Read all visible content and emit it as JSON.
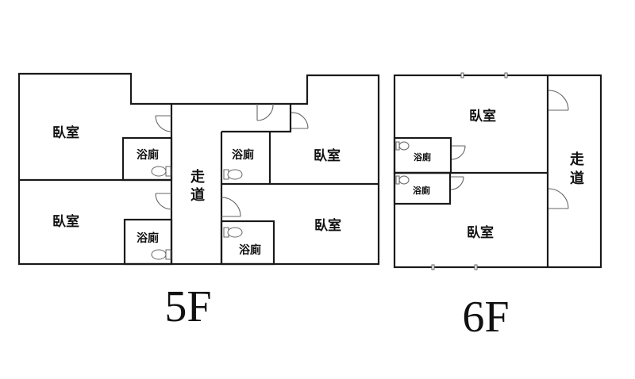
{
  "floor_5": {
    "title": "5F",
    "rooms": {
      "bedroom_top_left": "臥室",
      "bedroom_bottom_left": "臥室",
      "bedroom_top_right": "臥室",
      "bedroom_bottom_right": "臥室",
      "bath_top_left": "浴廁",
      "bath_bottom_left": "浴廁",
      "bath_top_right": "浴廁",
      "bath_bottom_right": "浴廁",
      "corridor_1": "走",
      "corridor_2": "道"
    }
  },
  "floor_6": {
    "title": "6F",
    "rooms": {
      "bedroom_top": "臥室",
      "bedroom_bottom": "臥室",
      "bath_top": "浴廁",
      "bath_bottom": "浴廁",
      "corridor_1": "走",
      "corridor_2": "道"
    }
  }
}
